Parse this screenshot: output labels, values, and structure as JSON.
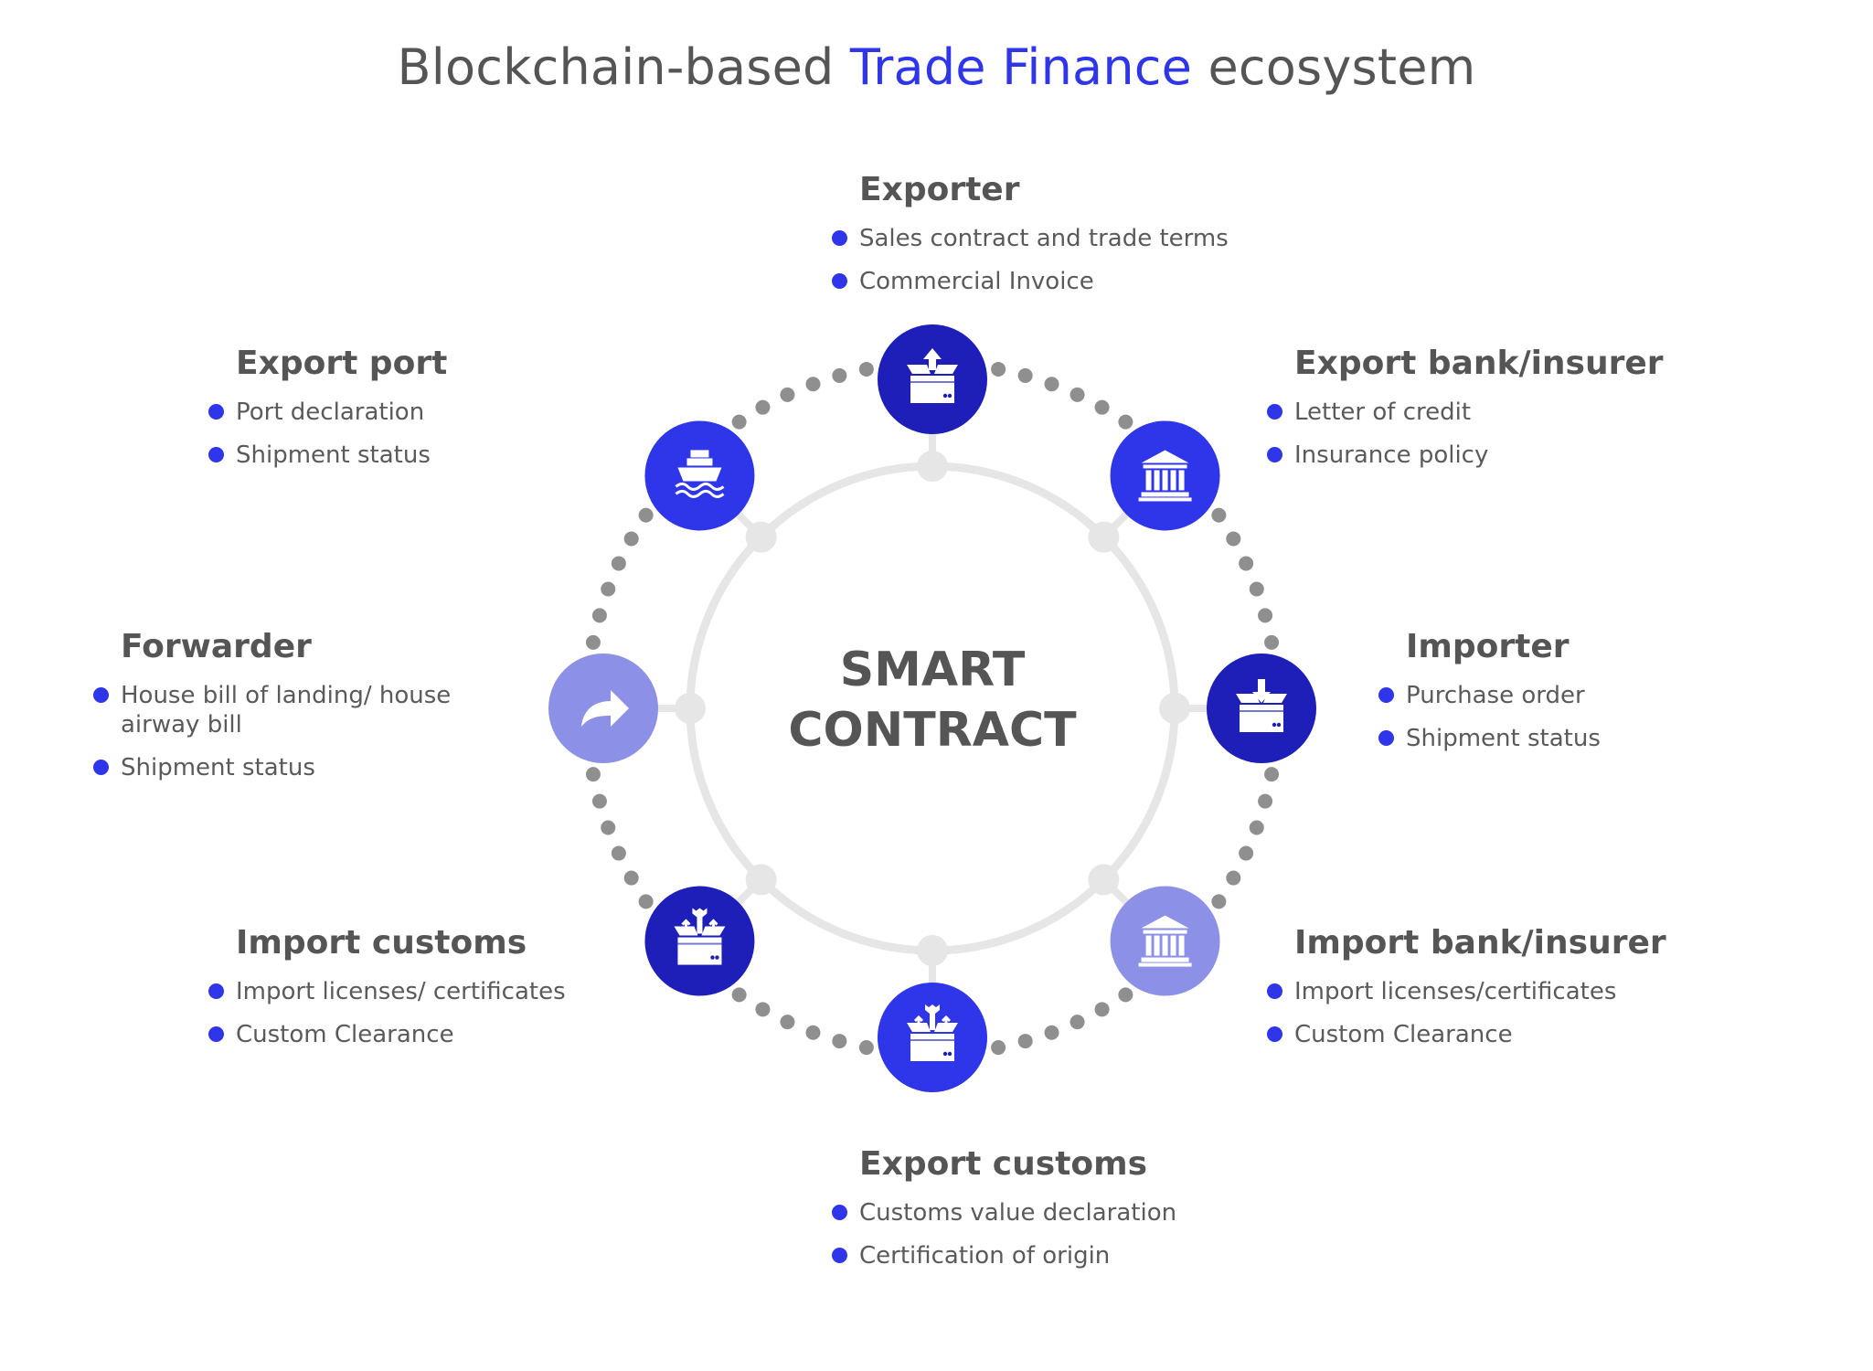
{
  "title": {
    "prefix": "Blockchain-based ",
    "highlight": "Trade Finance",
    "suffix": " ecosystem"
  },
  "center": {
    "line1": "SMART",
    "line2": "CONTRACT"
  },
  "colors": {
    "accent": "#2f35e8",
    "node_dark": "#1e1eb8",
    "node_bright": "#2f35e8",
    "node_light": "#8c90e6",
    "ring": "#e6e6e6",
    "dots": "#8f8f8f"
  },
  "nodes": [
    {
      "id": "exporter",
      "icon": "box-up-icon",
      "shade": "node_dark"
    },
    {
      "id": "export-bank",
      "icon": "bank-icon",
      "shade": "node_bright"
    },
    {
      "id": "importer",
      "icon": "box-down-icon",
      "shade": "node_dark"
    },
    {
      "id": "import-bank",
      "icon": "bank-icon",
      "shade": "node_light"
    },
    {
      "id": "export-customs",
      "icon": "box-tools-icon",
      "shade": "node_bright"
    },
    {
      "id": "import-customs",
      "icon": "box-tools-icon",
      "shade": "node_dark"
    },
    {
      "id": "forwarder",
      "icon": "share-arrow-icon",
      "shade": "node_light"
    },
    {
      "id": "export-port",
      "icon": "ship-icon",
      "shade": "node_bright"
    }
  ],
  "blocks": {
    "exporter": {
      "heading": "Exporter",
      "items": [
        "Sales contract and trade terms",
        "Commercial Invoice"
      ]
    },
    "export_bank": {
      "heading": "Export bank/insurer",
      "items": [
        "Letter of credit",
        "Insurance policy"
      ]
    },
    "importer": {
      "heading": "Importer",
      "items": [
        "Purchase order",
        "Shipment status"
      ]
    },
    "import_bank": {
      "heading": "Import bank/insurer",
      "items": [
        "Import licenses/certificates",
        "Custom Clearance"
      ]
    },
    "export_customs": {
      "heading": "Export customs",
      "items": [
        "Customs value declaration",
        "Certification of origin"
      ]
    },
    "import_customs": {
      "heading": "Import customs",
      "items": [
        "Import licenses/ certificates",
        "Custom Clearance"
      ]
    },
    "forwarder": {
      "heading": "Forwarder",
      "items": [
        "House bill of landing/ house",
        "airway bill",
        "Shipment status"
      ]
    },
    "export_port": {
      "heading": "Export port",
      "items": [
        "Port declaration",
        "Shipment status"
      ]
    }
  }
}
